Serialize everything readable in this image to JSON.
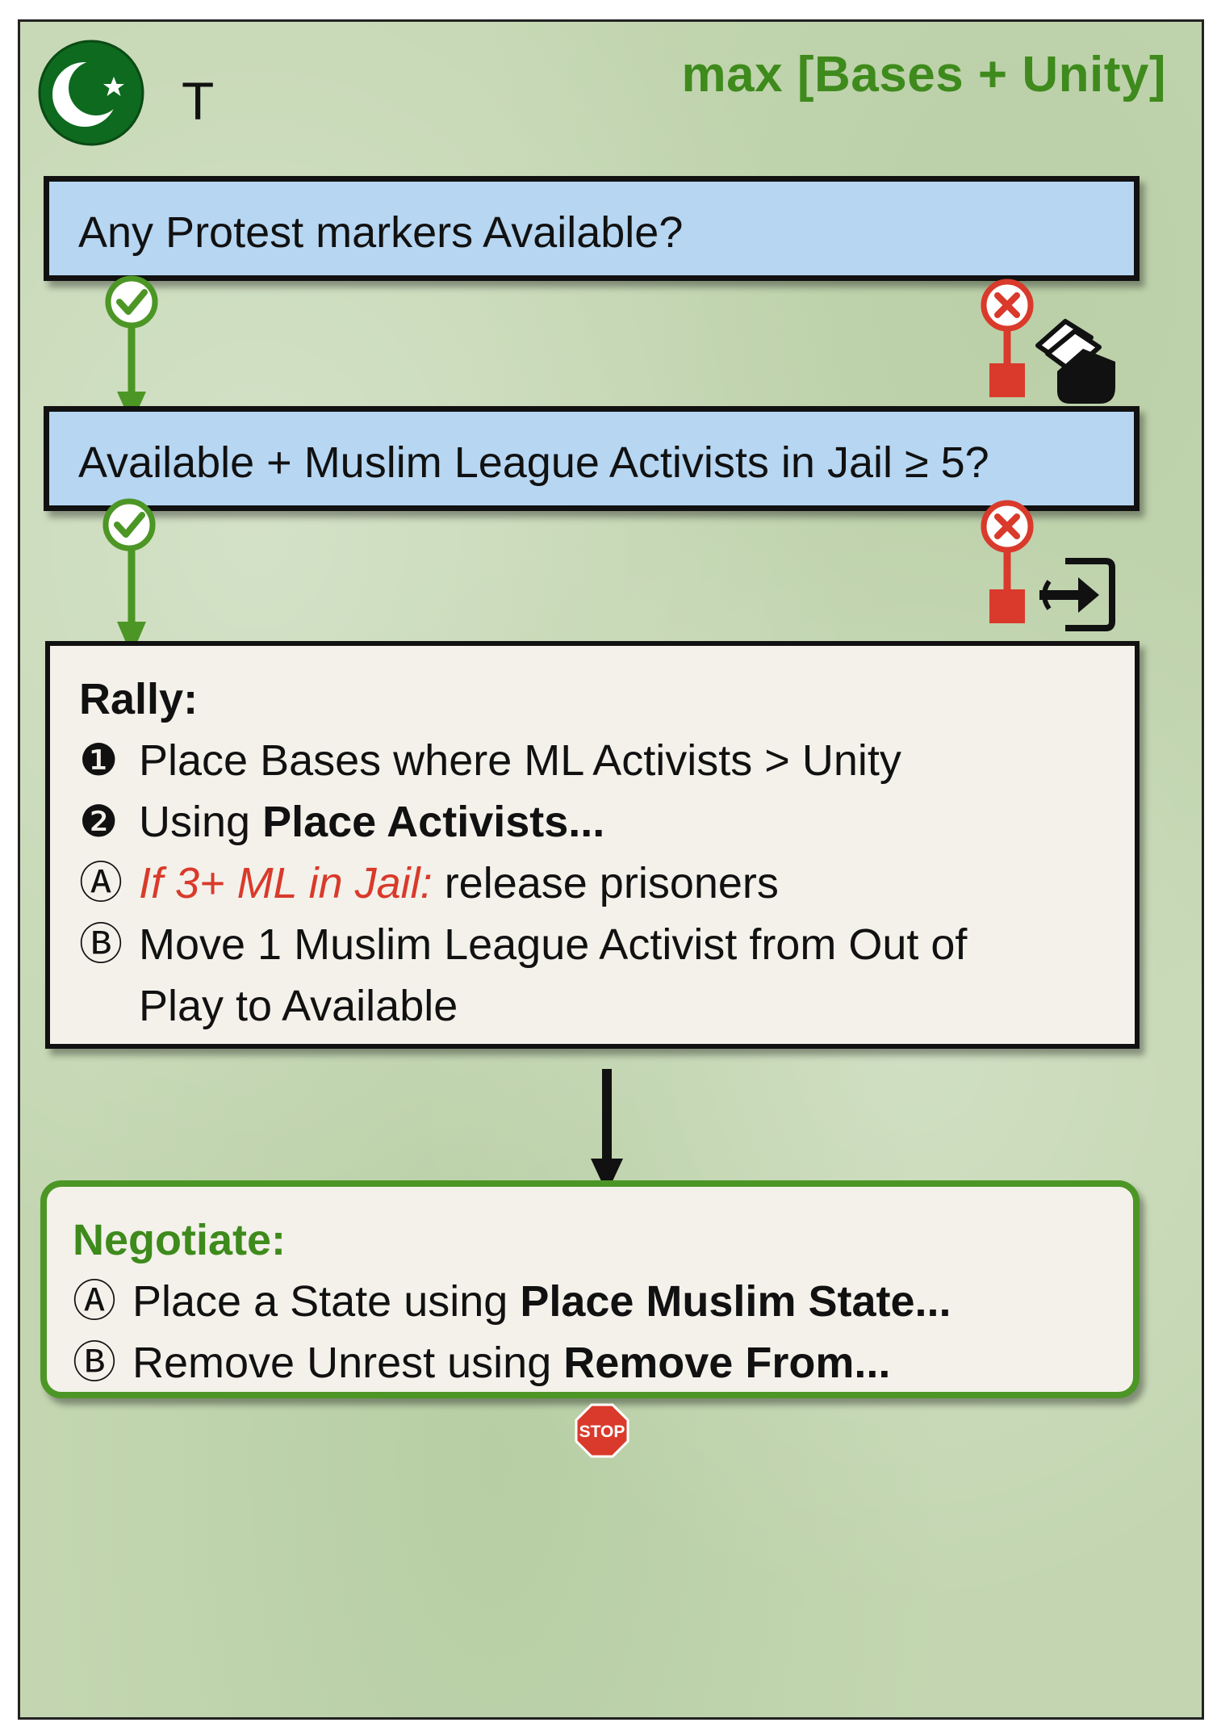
{
  "header": {
    "faction_icon": "crescent-star-icon",
    "letter": "T",
    "goal": "max [Bases + Unity]"
  },
  "questions": [
    {
      "text": "Any Protest markers Available?",
      "yes_icon": "check-icon",
      "no_icon": "cross-icon",
      "no_result_icon": "card-stack-icon"
    },
    {
      "text": "Available + Muslim League Activists in Jail ≥ 5?",
      "yes_icon": "check-icon",
      "no_icon": "cross-icon",
      "no_result_icon": "exit-icon"
    }
  ],
  "rally": {
    "title": "Rally:",
    "items": [
      {
        "marker": "❶",
        "text": "Place Bases where ML Activists > Unity"
      },
      {
        "marker": "❷",
        "text": "Using ",
        "bold": "Place Activists..."
      },
      {
        "marker": "Ⓐ",
        "condition": "If 3+ ML in Jail:",
        "text": " release prisoners"
      },
      {
        "marker": "Ⓑ",
        "text": "Move 1 Muslim League Activist from Out of",
        "continuation": "Play to Available"
      }
    ]
  },
  "negotiate": {
    "title": "Negotiate:",
    "items": [
      {
        "marker": "Ⓐ",
        "text": "Place a State using ",
        "bold": "Place Muslim State..."
      },
      {
        "marker": "Ⓑ",
        "text": "Remove Unrest using ",
        "bold": "Remove From..."
      }
    ]
  },
  "stop": {
    "label": "STOP"
  },
  "colors": {
    "background": "#c3d6b1",
    "question_fill": "#b6d6f2",
    "yes_green": "#4c9625",
    "no_red": "#d93a2b",
    "title_green": "#3e8a1c"
  }
}
